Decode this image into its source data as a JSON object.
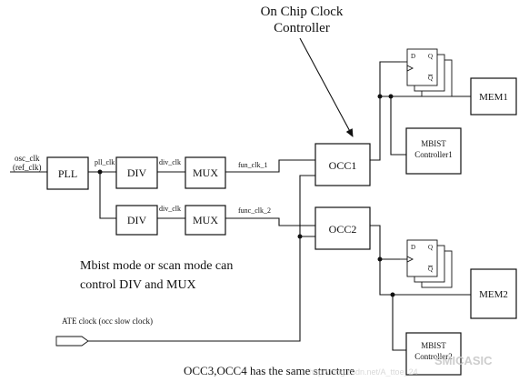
{
  "title": {
    "line1": "On Chip Clock",
    "line2": "Controller"
  },
  "inputs": {
    "osc_clk": "osc_clk",
    "ref_clk": "(ref_clk)"
  },
  "blocks": {
    "pll": "PLL",
    "div1": "DIV",
    "div2": "DIV",
    "mux1": "MUX",
    "mux2": "MUX",
    "occ1": "OCC1",
    "occ2": "OCC2",
    "mem1": "MEM1",
    "mem2": "MEM2",
    "mbist1": {
      "line1": "MBIST",
      "line2": "Controller1"
    },
    "mbist2": {
      "line1": "MBIST",
      "line2": "Controller2"
    }
  },
  "signals": {
    "pll_clk": "pll_clk",
    "div_clk_1": "div_clk",
    "div_clk_2": "div_clk",
    "fun_clk_1": "fun_clk_1",
    "func_clk_2": "func_clk_2"
  },
  "flipflop": {
    "d": "D",
    "q": "Q",
    "qb": "Q"
  },
  "notes": {
    "mbist_line1": "Mbist mode or scan mode can",
    "mbist_line2": "control DIV and MUX",
    "ate_clock": "ATE clock (occ slow clock)",
    "occ_same": "OCC3,OCC4 has the same structure"
  },
  "watermark": {
    "line1": "SMICASIC",
    "line2": "http://blog.csdn.net/A_ttoe_24"
  }
}
